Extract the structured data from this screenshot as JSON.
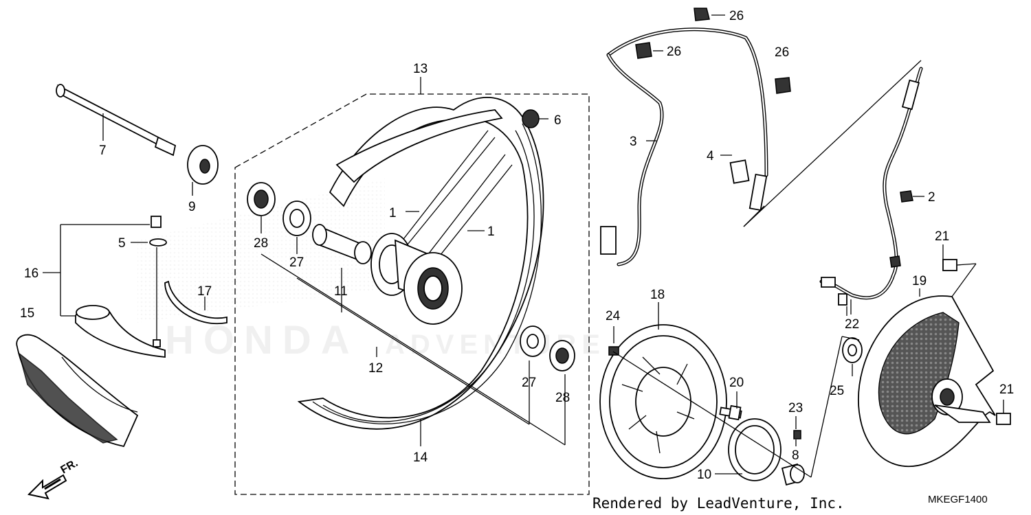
{
  "diagram": {
    "callouts": [
      {
        "id": "c1a",
        "text": "1"
      },
      {
        "id": "c1b",
        "text": "1"
      },
      {
        "id": "c2",
        "text": "2"
      },
      {
        "id": "c3",
        "text": "3"
      },
      {
        "id": "c4",
        "text": "4"
      },
      {
        "id": "c5",
        "text": "5"
      },
      {
        "id": "c6",
        "text": "6"
      },
      {
        "id": "c7",
        "text": "7"
      },
      {
        "id": "c8",
        "text": "8"
      },
      {
        "id": "c9",
        "text": "9"
      },
      {
        "id": "c10",
        "text": "10"
      },
      {
        "id": "c11",
        "text": "11"
      },
      {
        "id": "c12",
        "text": "12"
      },
      {
        "id": "c13",
        "text": "13"
      },
      {
        "id": "c14",
        "text": "14"
      },
      {
        "id": "c15",
        "text": "15"
      },
      {
        "id": "c16",
        "text": "16"
      },
      {
        "id": "c17",
        "text": "17"
      },
      {
        "id": "c18",
        "text": "18"
      },
      {
        "id": "c19",
        "text": "19"
      },
      {
        "id": "c20",
        "text": "20"
      },
      {
        "id": "c21a",
        "text": "21"
      },
      {
        "id": "c21b",
        "text": "21"
      },
      {
        "id": "c22",
        "text": "22"
      },
      {
        "id": "c23",
        "text": "23"
      },
      {
        "id": "c24",
        "text": "24"
      },
      {
        "id": "c25",
        "text": "25"
      },
      {
        "id": "c26a",
        "text": "26"
      },
      {
        "id": "c26b",
        "text": "26"
      },
      {
        "id": "c26c",
        "text": "26"
      },
      {
        "id": "c27a",
        "text": "27"
      },
      {
        "id": "c27b",
        "text": "27"
      },
      {
        "id": "c28a",
        "text": "28"
      },
      {
        "id": "c28b",
        "text": "28"
      }
    ],
    "credit": "Rendered by LeadVenture, Inc.",
    "code": "MKEGF1400",
    "front_arrow": "FR.",
    "watermark_text": "HONDA ADVENTURE"
  }
}
